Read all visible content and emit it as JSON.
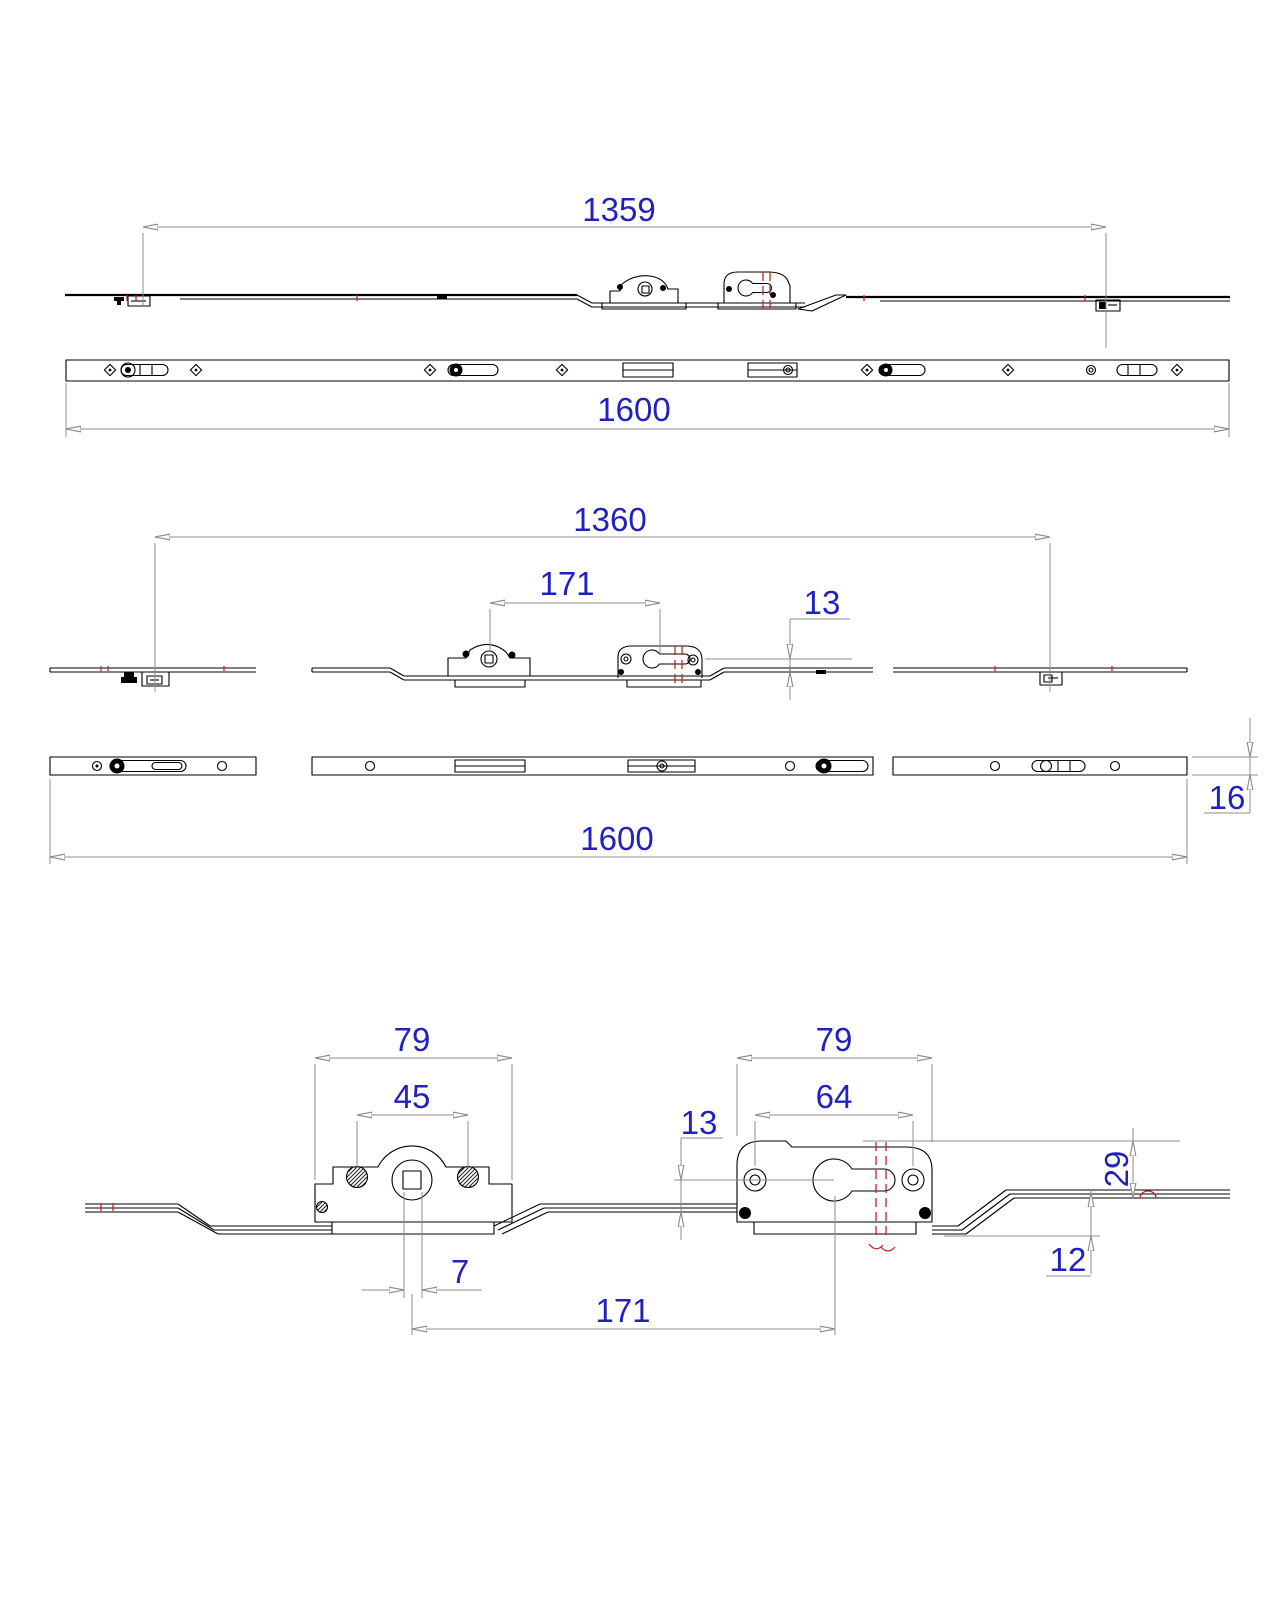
{
  "drawing": {
    "title": "espagnolette-window-lock-dimension-drawing",
    "units": "mm",
    "colors": {
      "dimension_text": "#2121bd",
      "geometry": "#000000",
      "dimension_lines": "#8c8c8c",
      "centerline_red": "#c62323"
    },
    "view_top": {
      "dim_pin_span": "1359",
      "dim_overall": "1600"
    },
    "view_middle": {
      "dim_pin_span": "1360",
      "dim_gearbox_spacing": "171",
      "dim_backset": "13",
      "dim_faceplate_width": "16",
      "dim_overall": "1600"
    },
    "view_detail": {
      "dim_gearbox1_width": "79",
      "dim_gearbox1_screw_spacing": "45",
      "dim_gearbox2_width": "79",
      "dim_gearbox2_screw_spacing": "64",
      "dim_backset": "13",
      "dim_height": "29",
      "dim_spindle_width": "7",
      "dim_plate_offset": "12",
      "dim_gearbox_spacing": "171"
    }
  }
}
